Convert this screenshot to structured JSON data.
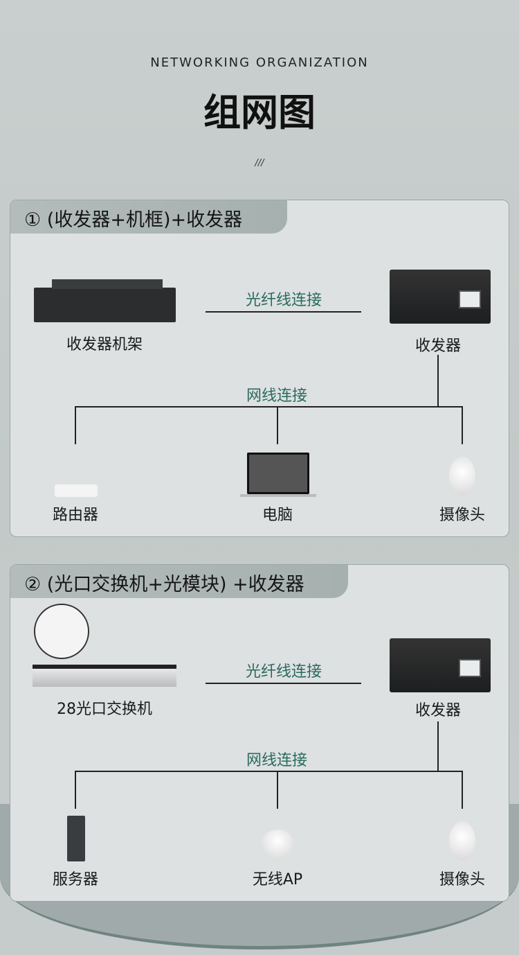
{
  "header": {
    "subtitle": "NETWORKING ORGANIZATION",
    "title": "组网图",
    "divider": "///"
  },
  "section1": {
    "title": "① (收发器+机框)+收发器",
    "left_device": "收发器机架",
    "right_device": "收发器",
    "fiber_label": "光纤线连接",
    "cable_label": "网线连接",
    "endpoints": [
      "路由器",
      "电脑",
      "摄像头"
    ]
  },
  "section2": {
    "title": "② (光口交换机+光模块) +收发器",
    "left_device": "28光口交换机",
    "right_device": "收发器",
    "fiber_label": "光纤线连接",
    "cable_label": "网线连接",
    "endpoints": [
      "服务器",
      "无线AP",
      "摄像头"
    ]
  },
  "colors": {
    "accent": "#2a6a5e",
    "card": "#dde1e1",
    "tab": "#a9b2b1"
  }
}
